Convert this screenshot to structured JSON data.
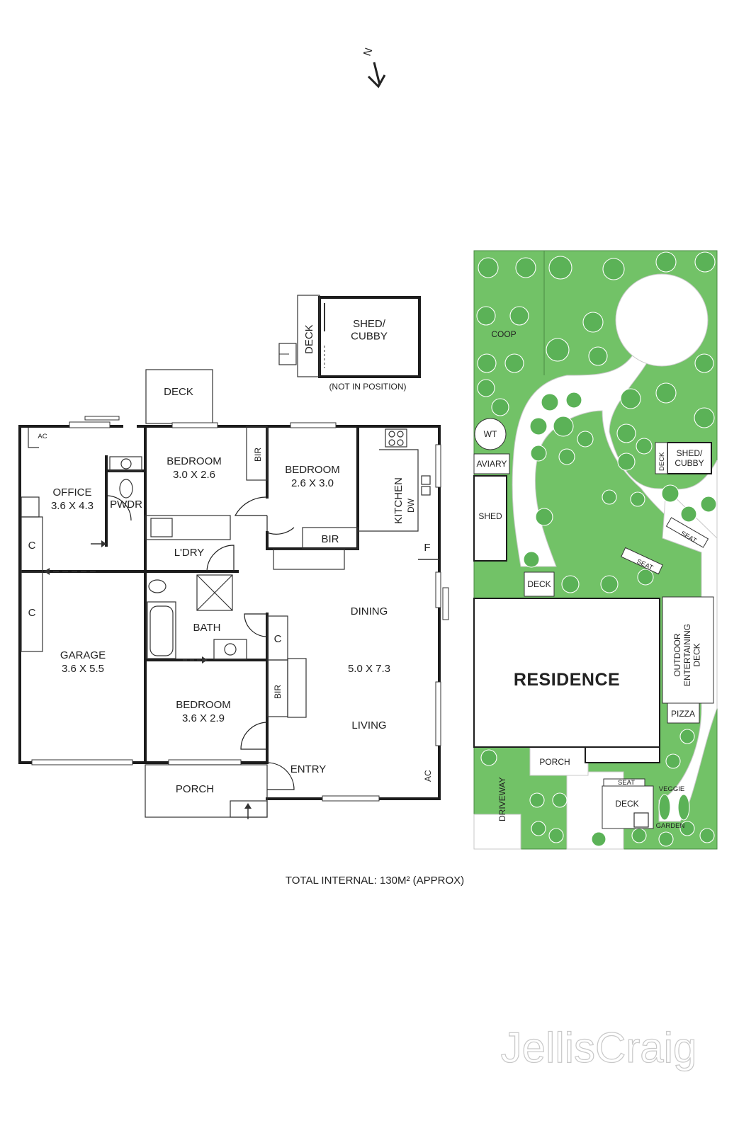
{
  "compass": {
    "label": "N"
  },
  "floor_plan": {
    "shed": {
      "name": "SHED/\nCUBBY",
      "deck": "DECK",
      "note": "(NOT IN POSITION)"
    },
    "rooms": {
      "deck_rear": "DECK",
      "office": {
        "name": "OFFICE",
        "size": "3.6 X 4.3"
      },
      "ac_office": "AC",
      "pwdr": "PWDR",
      "bedroom1": {
        "name": "BEDROOM",
        "size": "3.0 X 2.6"
      },
      "bir1": "BIR",
      "bedroom2": {
        "name": "BEDROOM",
        "size": "2.6 X 3.0"
      },
      "bir2": "BIR",
      "kitchen": "KITCHEN",
      "dw": "DW",
      "fridge": "F",
      "laundry": "L'DRY",
      "cupboard1": "C",
      "cupboard2": "C",
      "cupboard3": "C",
      "garage": {
        "name": "GARAGE",
        "size": "3.6 X 5.5"
      },
      "bath": "BATH",
      "dining": "DINING",
      "living_size": "5.0 X 7.3",
      "living": "LIVING",
      "bedroom3": {
        "name": "BEDROOM",
        "size": "3.6 X 2.9"
      },
      "bir3": "BIR",
      "entry": "ENTRY",
      "ac_living": "AC",
      "porch": "PORCH"
    }
  },
  "site_plan": {
    "coop": "COOP",
    "wt": "WT",
    "aviary": "AVIARY",
    "shed": "SHED",
    "deck_small": "DECK",
    "shed_cubby": "SHED/\nCUBBY",
    "shed_cubby_deck": "DECK",
    "seat1": "SEAT",
    "seat2": "SEAT",
    "seat3": "SEAT",
    "outdoor": "OUTDOOR\nENTERTAINING\nDECK",
    "residence": "RESIDENCE",
    "pizza": "PIZZA",
    "porch": "PORCH",
    "driveway": "DRIVEWAY",
    "deck_front": "DECK",
    "veggie": "VEGGIE",
    "garden": "GARDEN"
  },
  "total_internal": "TOTAL INTERNAL:  130M² (APPROX)",
  "brand": "JellisCraig",
  "colors": {
    "lawn": "#72c267",
    "tree": "#5bb257",
    "wall": "#1c1c1c"
  }
}
